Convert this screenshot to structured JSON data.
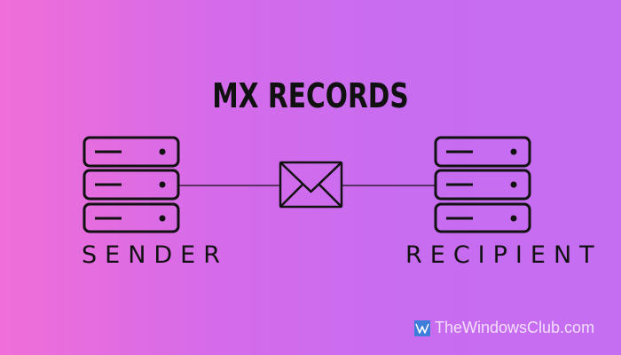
{
  "title": "MX RECORDS",
  "sender_label": "SENDER",
  "recipient_label": "RECIPIENT",
  "watermark": {
    "text": "TheWindowsClub.com",
    "logo_icon": "windows-club-logo"
  },
  "colors": {
    "gradient_left": "#f06ed7",
    "gradient_right": "#c56ef2",
    "stroke": "#111111",
    "watermark": "#ffffff"
  },
  "icons": {
    "sender": "server-rack-icon",
    "message": "envelope-icon",
    "recipient": "server-rack-icon"
  }
}
